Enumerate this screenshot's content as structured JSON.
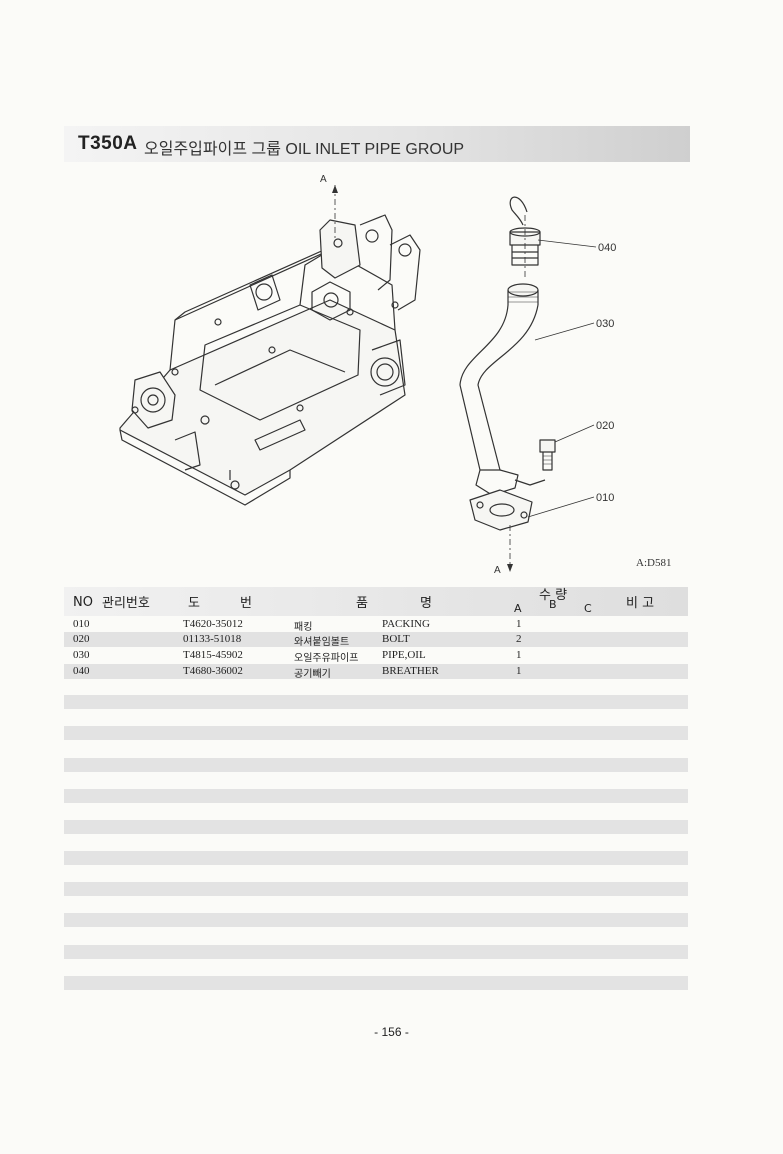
{
  "title": {
    "code": "T350A",
    "text": "오일주입파이프 그룹  OIL INLET PIPE GROUP"
  },
  "diagram": {
    "marker_top": "A",
    "marker_bottom": "A",
    "callouts": [
      "040",
      "030",
      "020",
      "010"
    ],
    "ref": "A:D581"
  },
  "table": {
    "headers": {
      "no": "NO",
      "mgmt": "관리번호",
      "drawing_1": "도",
      "drawing_2": "번",
      "name_1": "품",
      "name_2": "명",
      "qty": "수 량",
      "qty_a": "A",
      "qty_b": "B",
      "qty_c": "C",
      "remark": "비 고"
    },
    "rows": [
      {
        "no": "010",
        "part": "T4620-35012",
        "kor": "패킹",
        "eng": "PACKING",
        "qty": "1"
      },
      {
        "no": "020",
        "part": "01133-51018",
        "kor": "와셔붙임볼트",
        "eng": "BOLT",
        "qty": "2"
      },
      {
        "no": "030",
        "part": "T4815-45902",
        "kor": "오일주유파이프",
        "eng": "PIPE,OIL",
        "qty": "1"
      },
      {
        "no": "040",
        "part": "T4680-36002",
        "kor": "공기빼기",
        "eng": "BREATHER",
        "qty": "1"
      }
    ]
  },
  "page_number": "- 156 -"
}
